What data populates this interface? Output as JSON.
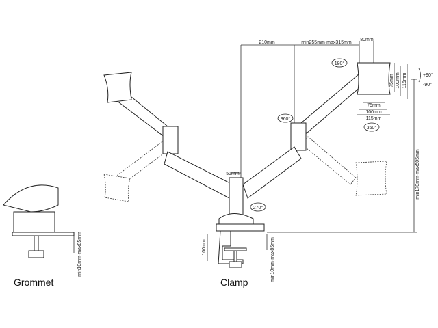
{
  "dimensions": {
    "arm_reach_inner": "210mm",
    "arm_reach_outer": "min255mm-max315mm",
    "vesa_top": "80mm",
    "vesa_v_75": "75mm",
    "vesa_v_100": "100mm",
    "vesa_v_115": "115mm",
    "vesa_h_75": "75mm",
    "vesa_h_100": "100mm",
    "vesa_h_115": "115mm",
    "height_range": "min170mm-max505mm",
    "pole_offset": "50mm",
    "clamp_height": "100mm",
    "clamp_range": "min10mm-max85mm",
    "grommet_range": "min10mm-max85mm"
  },
  "rotations": {
    "plate_rotation": "180°",
    "tilt_up": "+90°",
    "tilt_down": "-90°",
    "elbow_swivel": "360°",
    "plate_swivel": "360°",
    "base_swivel": "270°"
  },
  "labels": {
    "grommet": "Grommet",
    "clamp": "Clamp"
  }
}
